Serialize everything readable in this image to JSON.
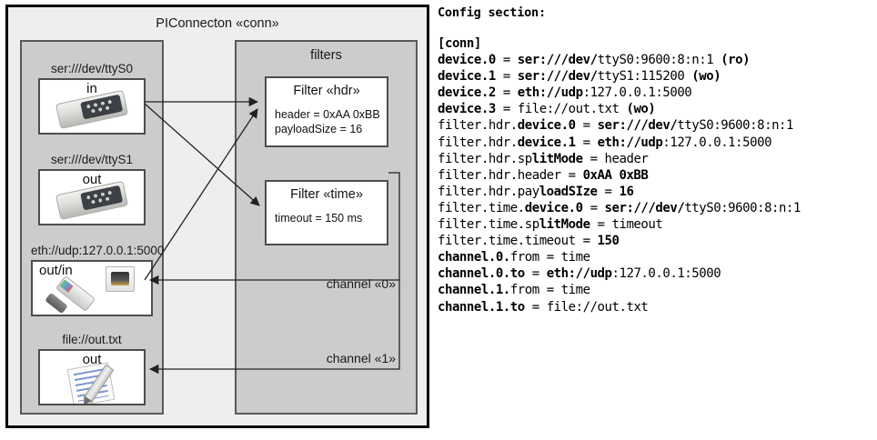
{
  "diagram": {
    "title": "PIConnecton «conn»",
    "devices_panel": {
      "items": [
        {
          "label": "ser:///dev/ttyS0",
          "direction": "in",
          "icon": "serial-port-icon"
        },
        {
          "label": "ser:///dev/ttyS1",
          "direction": "out",
          "icon": "serial-port-icon"
        },
        {
          "label": "eth://udp:127.0.0.1:5000",
          "direction": "out/in",
          "icon": "network-jack-icon"
        },
        {
          "label": "file://out.txt",
          "direction": "out",
          "icon": "text-document-icon"
        }
      ]
    },
    "filters_panel": {
      "title": "filters",
      "filters": [
        {
          "title": "Filter «hdr»",
          "attrs": [
            "header = 0xAA 0xBB",
            "payloadSize = 16"
          ]
        },
        {
          "title": "Filter «time»",
          "attrs": [
            "timeout = 150 ms"
          ]
        }
      ],
      "channels": [
        {
          "label": "channel «0»"
        },
        {
          "label": "channel «1»"
        }
      ]
    },
    "colors": {
      "frame_border": "#000000",
      "frame_fill": "#eeeeee",
      "panel_fill": "#cccccc",
      "panel_border": "#595959",
      "box_fill": "#ffffff",
      "box_border": "#4d4d4d",
      "edge": "#222222"
    }
  },
  "config": {
    "heading": "Config section:",
    "lines": [
      [
        {
          "t": "[conn]",
          "b": true
        }
      ],
      [
        {
          "t": "device.0",
          "b": true
        },
        {
          "t": " = ",
          "b": false
        },
        {
          "t": "ser:///dev/",
          "b": true
        },
        {
          "t": "ttyS0:9600:8:n:1 ",
          "b": false
        },
        {
          "t": "(ro)",
          "b": true
        }
      ],
      [
        {
          "t": "device.1",
          "b": true
        },
        {
          "t": " = ",
          "b": false
        },
        {
          "t": "ser:///dev/",
          "b": true
        },
        {
          "t": "ttyS1:115200 ",
          "b": false
        },
        {
          "t": "(wo)",
          "b": true
        }
      ],
      [
        {
          "t": "device.2",
          "b": true
        },
        {
          "t": " = ",
          "b": false
        },
        {
          "t": "eth://udp",
          "b": true
        },
        {
          "t": ":127.0.0.1:5000",
          "b": false
        }
      ],
      [
        {
          "t": "device.3",
          "b": true
        },
        {
          "t": " = ",
          "b": false
        },
        {
          "t": "file://out.txt ",
          "b": false
        },
        {
          "t": "(wo)",
          "b": true
        }
      ],
      [
        {
          "t": "filter.hdr.",
          "b": false
        },
        {
          "t": "device.0",
          "b": true
        },
        {
          "t": " = ",
          "b": false
        },
        {
          "t": "ser:///dev/",
          "b": true
        },
        {
          "t": "ttyS0:9600:8:n:1",
          "b": false
        }
      ],
      [
        {
          "t": "filter.hdr.",
          "b": false
        },
        {
          "t": "device.1",
          "b": true
        },
        {
          "t": " = ",
          "b": false
        },
        {
          "t": "eth://udp",
          "b": true
        },
        {
          "t": ":127.0.0.1:5000",
          "b": false
        }
      ],
      [
        {
          "t": "filter.hdr.sp",
          "b": false
        },
        {
          "t": "litMode",
          "b": true
        },
        {
          "t": " = header",
          "b": false
        }
      ],
      [
        {
          "t": "filter.hdr.header = ",
          "b": false
        },
        {
          "t": "0xAA 0xBB",
          "b": true
        }
      ],
      [
        {
          "t": "filter.hdr.pay",
          "b": false
        },
        {
          "t": "loadSIze",
          "b": true
        },
        {
          "t": " = ",
          "b": false
        },
        {
          "t": "16",
          "b": true
        }
      ],
      [
        {
          "t": "filter.time.",
          "b": false
        },
        {
          "t": "device.0",
          "b": true
        },
        {
          "t": " = ",
          "b": false
        },
        {
          "t": "ser:///dev/",
          "b": true
        },
        {
          "t": "ttyS0:9600:8:n:1",
          "b": false
        }
      ],
      [
        {
          "t": "filter.time.sp",
          "b": false
        },
        {
          "t": "litMode",
          "b": true
        },
        {
          "t": " = timeout",
          "b": false
        }
      ],
      [
        {
          "t": "filter.time.timeo",
          "b": false
        },
        {
          "t": "ut",
          "b": false
        },
        {
          "t": " = ",
          "b": false
        },
        {
          "t": "150",
          "b": true
        }
      ],
      [
        {
          "t": "channel.0.",
          "b": true
        },
        {
          "t": "from = time",
          "b": false
        }
      ],
      [
        {
          "t": "channel.0.",
          "b": true
        },
        {
          "t": "to",
          "b": true
        },
        {
          "t": " = ",
          "b": false
        },
        {
          "t": "eth://udp",
          "b": true
        },
        {
          "t": ":127.0.0.1:5000",
          "b": false
        }
      ],
      [
        {
          "t": "channel.1.",
          "b": true
        },
        {
          "t": "from = time",
          "b": false
        }
      ],
      [
        {
          "t": "channel.1.",
          "b": true
        },
        {
          "t": "to",
          "b": true
        },
        {
          "t": " = file://out.txt",
          "b": false
        }
      ]
    ]
  }
}
